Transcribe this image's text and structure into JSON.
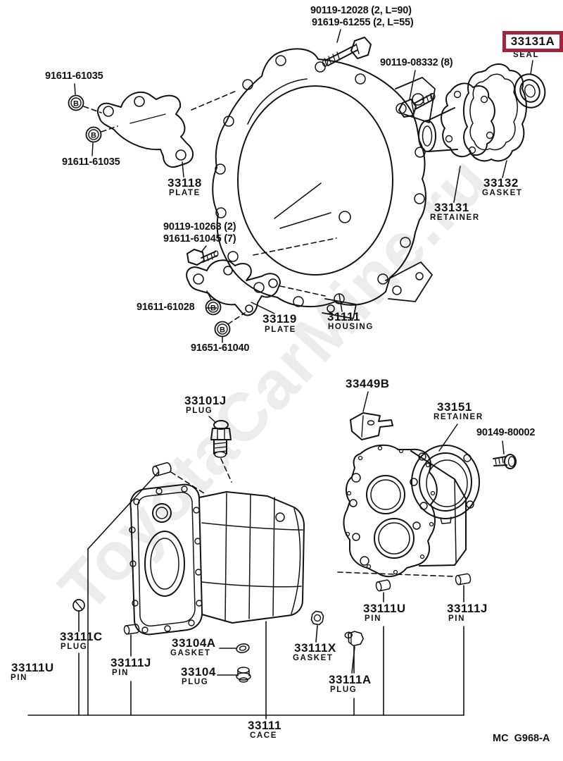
{
  "watermark": {
    "text": "ToyotaCarMine.ru",
    "color": "#ececec"
  },
  "highlight": {
    "box_color": "#a32343",
    "part_number": "33131A",
    "part_name": "SEAL"
  },
  "footer": {
    "code": "MC  G968-A"
  },
  "markers": {
    "b": "B"
  },
  "labels": {
    "bolt_12028": "90119-12028 (2, L=90)",
    "bolt_61255": "91619-61255 (2, L=55)",
    "bolt_08332": "90119-08332 (8)",
    "bolt_61035_a": "91611-61035",
    "bolt_61035_b": "91611-61035",
    "plate_33118": "33118",
    "plate_33118_sub": "PLATE",
    "bolt_10263": "90119-10263 (2)",
    "bolt_61045": "91611-61045 (7)",
    "bolt_61028": "91611-61028",
    "bolt_61040": "91651-61040",
    "plate_33119": "33119",
    "plate_33119_sub": "PLATE",
    "housing_31111": "31111",
    "housing_31111_sub": "HOUSING",
    "gasket_33132": "33132",
    "gasket_33132_sub": "GASKET",
    "retainer_33131": "33131",
    "retainer_33131_sub": "RETAINER",
    "plug_33101j": "33101J",
    "plug_33101j_sub": "PLUG",
    "clamp_33449b": "33449B",
    "retainer_33151": "33151",
    "retainer_33151_sub": "RETAINER",
    "bolt_80002": "90149-80002",
    "plug_33111c": "33111C",
    "plug_33111c_sub": "PLUG",
    "pin_33111u_left": "33111U",
    "pin_33111u_left_sub": "PIN",
    "pin_33111j_left": "33111J",
    "pin_33111j_left_sub": "PIN",
    "gasket_33104a": "33104A",
    "gasket_33104a_sub": "GASKET",
    "plug_33104": "33104",
    "plug_33104_sub": "PLUG",
    "gasket_33111x": "33111X",
    "gasket_33111x_sub": "GASKET",
    "plug_33111a": "33111A",
    "plug_33111a_sub": "PLUG",
    "pin_33111u_right": "33111U",
    "pin_33111u_right_sub": "PIN",
    "pin_33111j_right": "33111J",
    "pin_33111j_right_sub": "PIN",
    "case_33111": "33111",
    "case_33111_sub": "CACE"
  }
}
